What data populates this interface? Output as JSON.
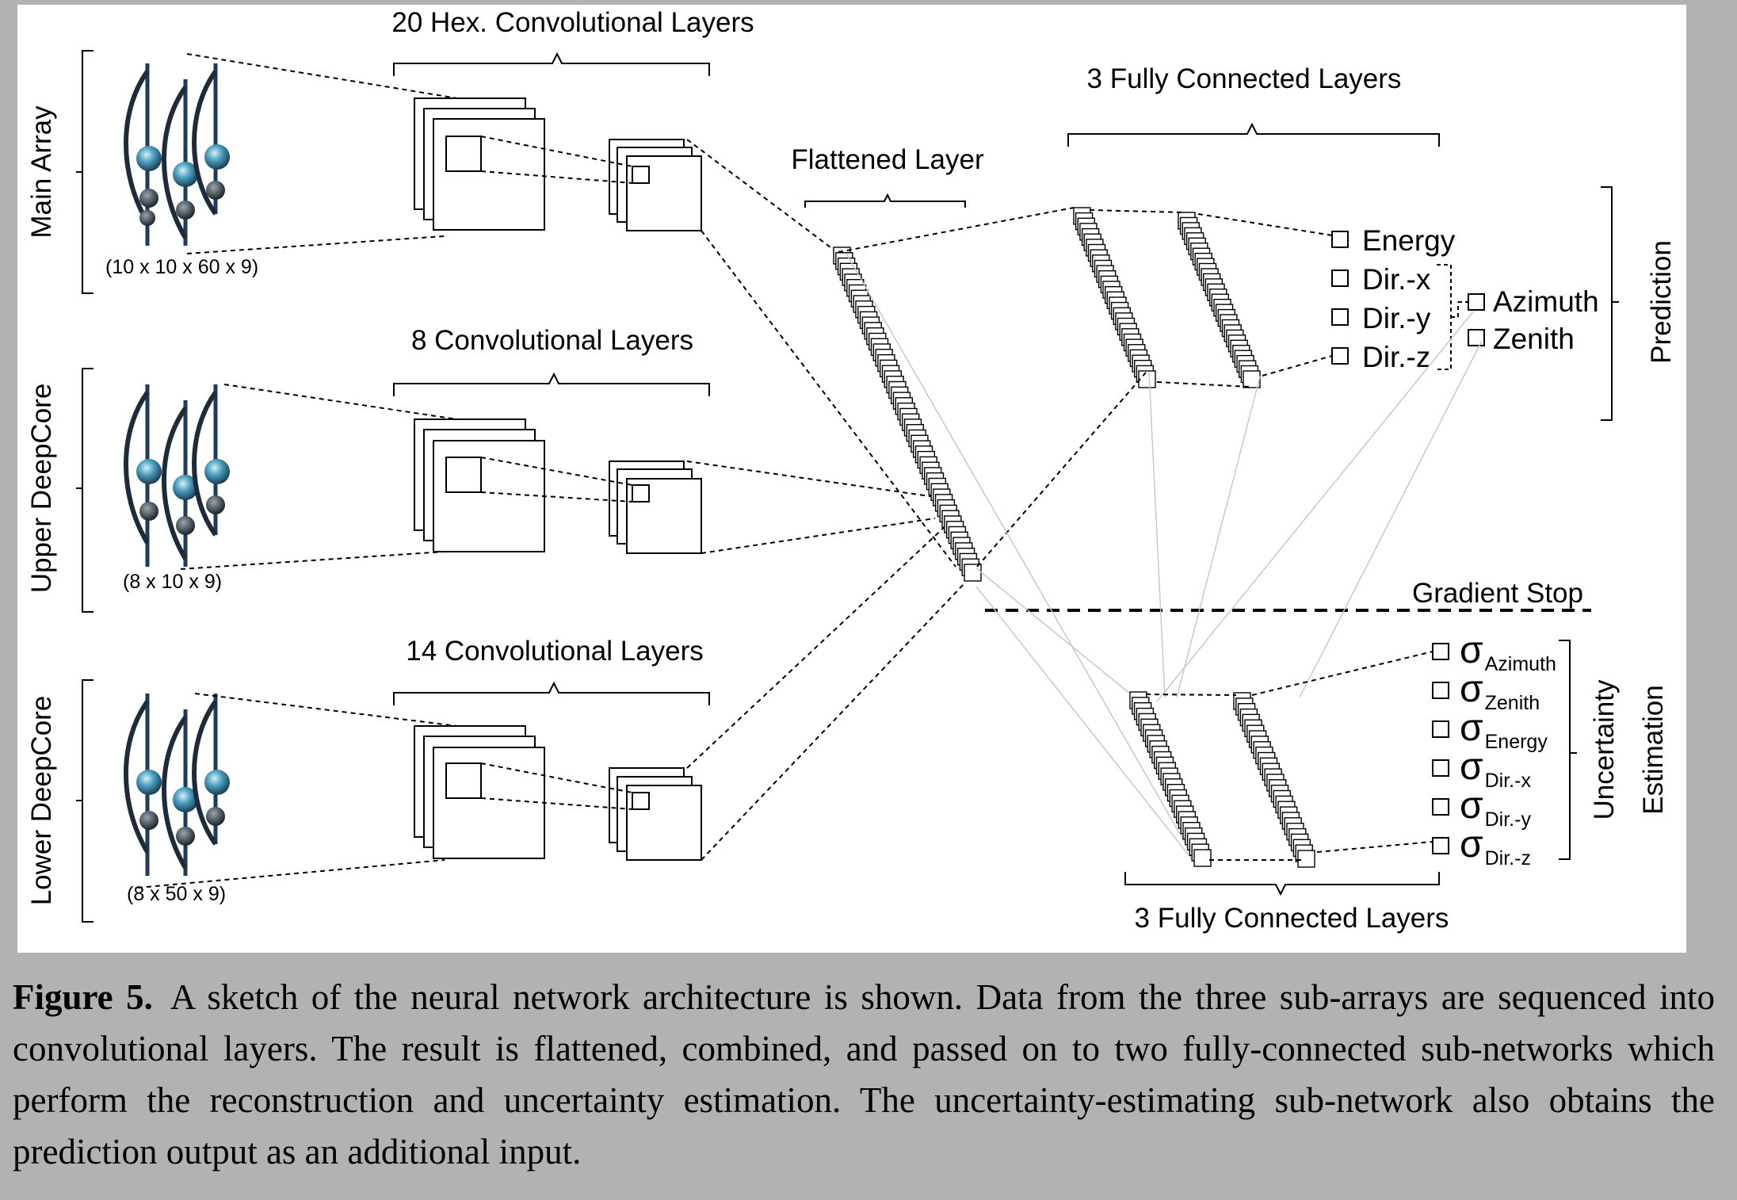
{
  "figure": {
    "conv_headers": {
      "main": "20 Hex. Convolutional Layers",
      "upper": "8 Convolutional Layers",
      "lower": "14 Convolutional Layers"
    },
    "rows": {
      "main": {
        "name": "Main Array",
        "dims": "(10 x 10 x 60 x 9)"
      },
      "upper": {
        "name": "Upper DeepCore",
        "dims": "(8 x 10 x 9)"
      },
      "lower": {
        "name": "Lower DeepCore",
        "dims": "(8 x 50 x 9)"
      }
    },
    "flattened_label": "Flattened Layer",
    "fc_top_label": "3 Fully Connected Layers",
    "fc_bottom_label": "3 Fully Connected Layers",
    "gradient_stop_label": "Gradient Stop",
    "outputs": [
      "Energy",
      "Dir.-x",
      "Dir.-y",
      "Dir.-z"
    ],
    "angles": [
      "Azimuth",
      "Zenith"
    ],
    "prediction_label": "Prediction",
    "uncertainty_label": [
      "Uncertainty",
      "Estimation"
    ],
    "sigma_symbol": "σ",
    "sigma_outputs": [
      "Azimuth",
      "Zenith",
      "Energy",
      "Dir.-x",
      "Dir.-y",
      "Dir.-z"
    ]
  },
  "caption": {
    "label": "Figure 5.",
    "text": "A sketch of the neural network architecture is shown.  Data from the three sub-arrays are sequenced into convolutional layers. The result is flattened, combined, and passed on to two fully-connected sub-networks which perform the reconstruction and uncertainty estimation. The uncertainty-estimating sub-network also obtains the prediction output as an additional input."
  },
  "colors": {
    "background": "#b2b2b2",
    "panel": "#ffffff",
    "line": "#000000",
    "faint_line": "#c8c8c8",
    "string": "#1f2a3a",
    "sensor": "#3f8fb0"
  }
}
